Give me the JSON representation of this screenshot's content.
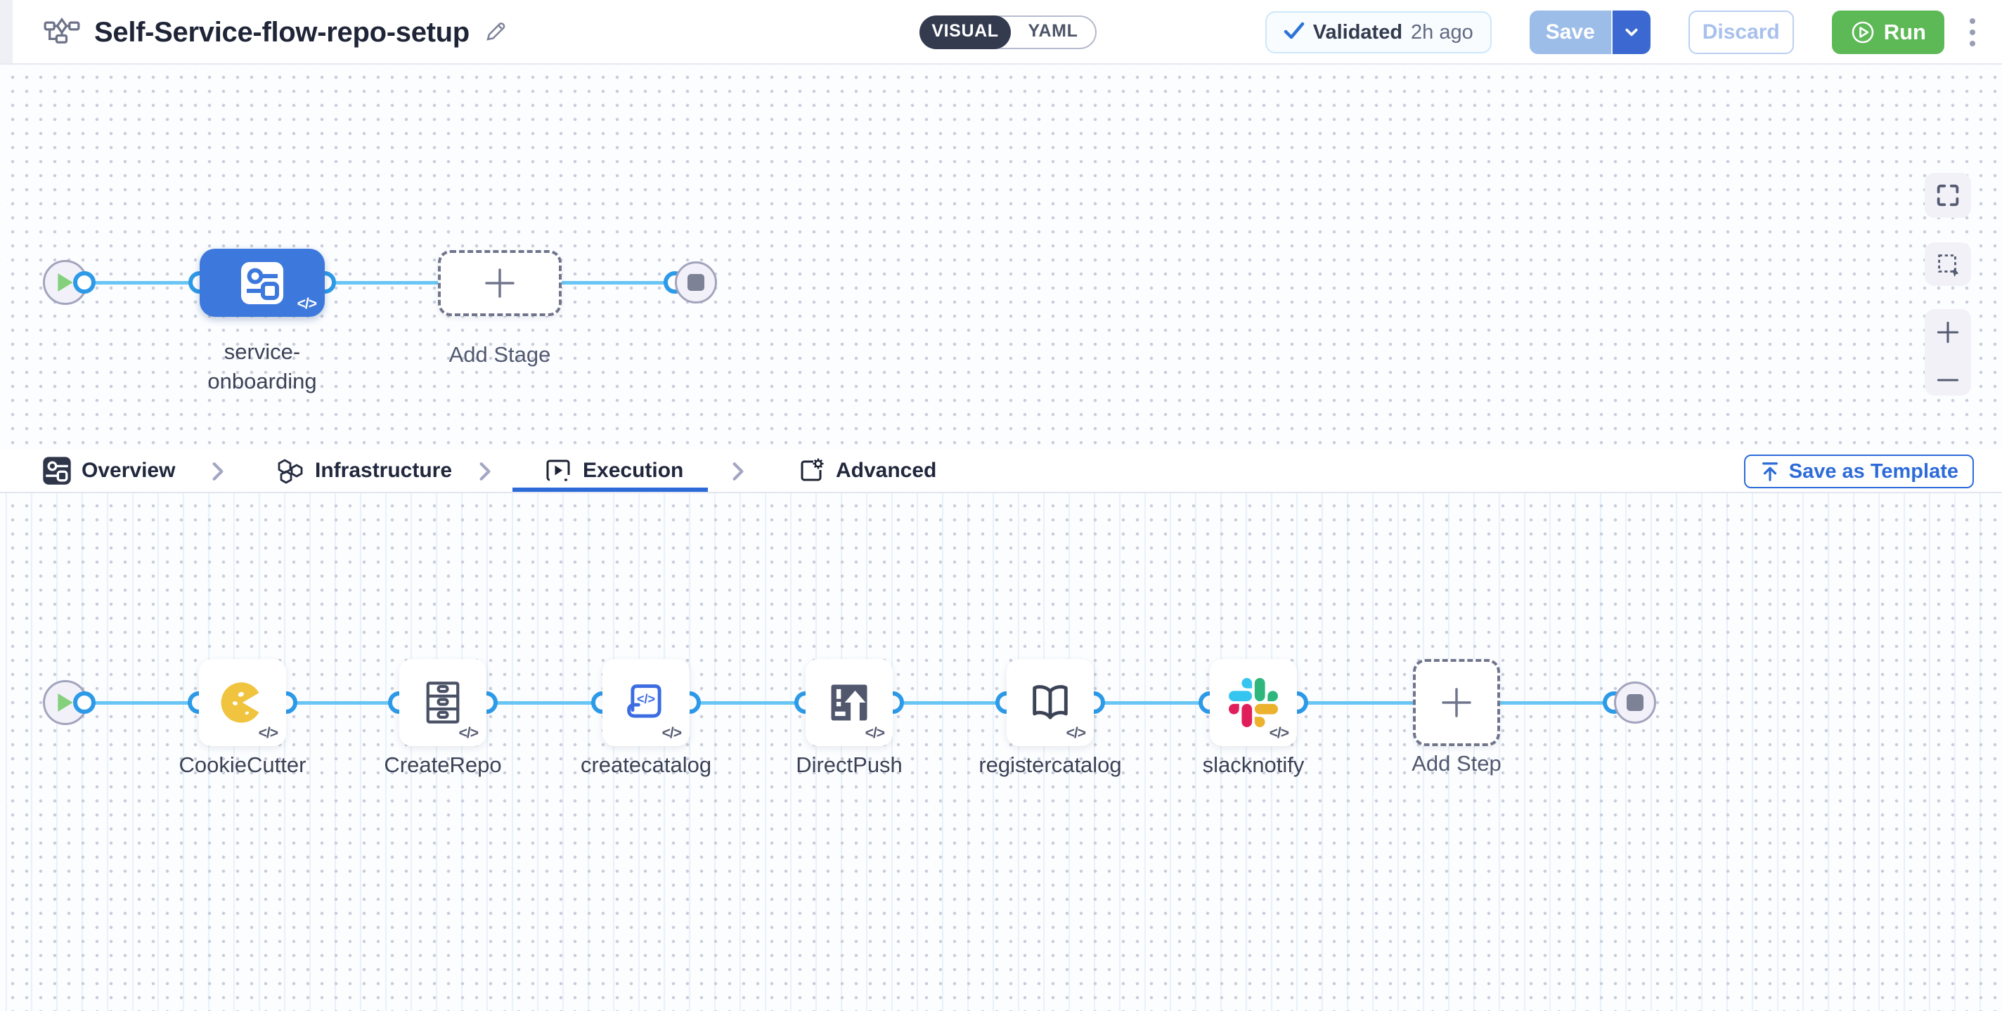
{
  "header": {
    "title": "Self-Service-flow-repo-setup",
    "toggle": {
      "visual": "VISUAL",
      "yaml": "YAML",
      "selected": "VISUAL"
    },
    "validated": {
      "label": "Validated",
      "time_ago": "2h ago"
    },
    "save_label": "Save",
    "discard_label": "Discard",
    "run_label": "Run"
  },
  "stage_flow": {
    "stage_label": "service-\nonboarding",
    "add_stage_label": "Add Stage",
    "code_badge": "</>"
  },
  "tabs": {
    "items": [
      {
        "label": "Overview",
        "active": false
      },
      {
        "label": "Infrastructure",
        "active": false
      },
      {
        "label": "Execution",
        "active": true
      },
      {
        "label": "Advanced",
        "active": false
      }
    ],
    "save_as_template_label": "Save as Template"
  },
  "execution_flow": {
    "steps": [
      {
        "name": "CookieCutter"
      },
      {
        "name": "CreateRepo"
      },
      {
        "name": "createcatalog"
      },
      {
        "name": "DirectPush"
      },
      {
        "name": "registercatalog"
      },
      {
        "name": "slacknotify"
      }
    ],
    "add_step_label": "Add Step",
    "code_badge": "</>"
  },
  "colors": {
    "accent_blue": "#2d6bd8",
    "stage_blue": "#3d79dc",
    "run_green": "#5cb956",
    "connector_blue": "#69c5f4",
    "port_ring": "#2d9ae8",
    "toggle_dark": "#343b4f",
    "slack": [
      "#36c5f0",
      "#2eb67d",
      "#ecb22e",
      "#e01e5a"
    ],
    "cookie_yellow": "#f0c43e"
  }
}
